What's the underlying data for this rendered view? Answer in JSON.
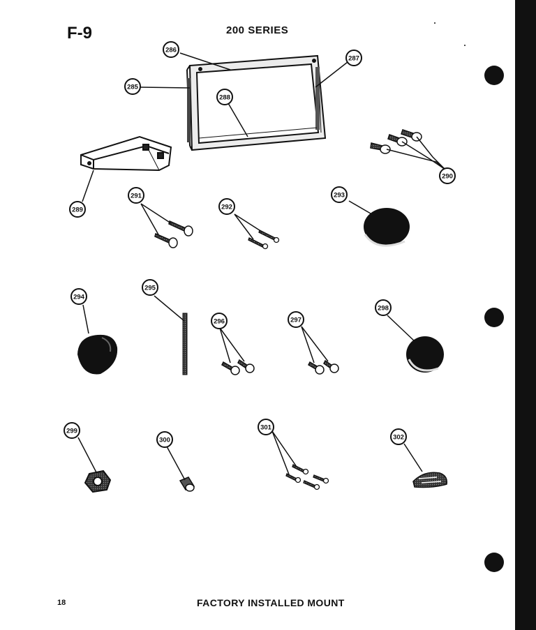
{
  "page": {
    "figure_code": "F-9",
    "series_title": "200 SERIES",
    "page_number": "18",
    "footer_title": "FACTORY INSTALLED MOUNT"
  },
  "callouts": [
    "285",
    "286",
    "287",
    "288",
    "289",
    "290",
    "291",
    "292",
    "293",
    "294",
    "295",
    "296",
    "297",
    "298",
    "299",
    "300",
    "301",
    "302"
  ],
  "colors": {
    "ink": "#111111",
    "paper": "#ffffff",
    "frame": "#d8d8d8"
  }
}
